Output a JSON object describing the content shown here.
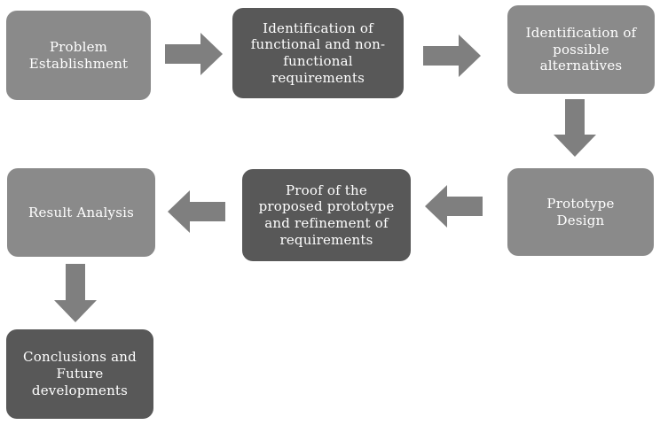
{
  "colors": {
    "background": "#ffffff",
    "box_medium": "#8a8a8a",
    "box_dark": "#585858",
    "arrow": "#7f7f7f",
    "text": "#ffffff"
  },
  "nodes": [
    {
      "id": "problem-establishment",
      "tone": "medium",
      "label": "Problem\nEstablishment"
    },
    {
      "id": "identification-of-requirements",
      "tone": "dark",
      "label": "Identification of\nfunctional and non-\nfunctional\nrequirements"
    },
    {
      "id": "identification-of-alternatives",
      "tone": "medium",
      "label": "Identification of\npossible\nalternatives"
    },
    {
      "id": "prototype-design",
      "tone": "medium",
      "label": "Prototype\nDesign"
    },
    {
      "id": "proof-of-prototype",
      "tone": "dark",
      "label": "Proof of the\nproposed prototype\nand refinement of\nrequirements"
    },
    {
      "id": "result-analysis",
      "tone": "medium",
      "label": "Result Analysis"
    },
    {
      "id": "conclusions-future-developments",
      "tone": "dark",
      "label": "Conclusions and\nFuture\ndevelopments"
    }
  ],
  "arrows": [
    {
      "icon": "arrow-right-icon",
      "from": "problem-establishment",
      "to": "identification-of-requirements"
    },
    {
      "icon": "arrow-right-icon",
      "from": "identification-of-requirements",
      "to": "identification-of-alternatives"
    },
    {
      "icon": "arrow-down-icon",
      "from": "identification-of-alternatives",
      "to": "prototype-design"
    },
    {
      "icon": "arrow-left-icon",
      "from": "prototype-design",
      "to": "proof-of-prototype"
    },
    {
      "icon": "arrow-left-icon",
      "from": "proof-of-prototype",
      "to": "result-analysis"
    },
    {
      "icon": "arrow-down-icon",
      "from": "result-analysis",
      "to": "conclusions-future-developments"
    }
  ]
}
